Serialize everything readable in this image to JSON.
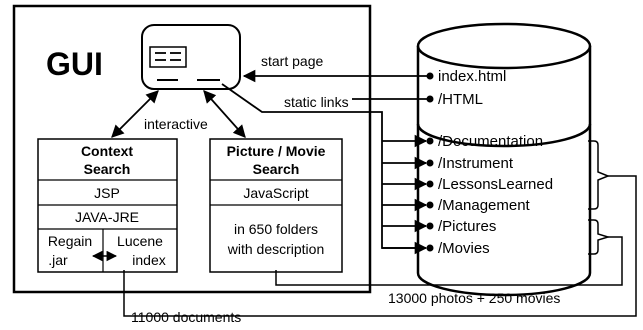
{
  "gui": {
    "title": "GUI"
  },
  "context_search": {
    "title_line1": "Context",
    "title_line2": "Search",
    "row1": "JSP",
    "row2": "JAVA-JRE",
    "regain_line1": "Regain",
    "regain_line2": ".jar",
    "lucene_line1": "Lucene",
    "lucene_line2": "index"
  },
  "picture_search": {
    "title_line1": "Picture / Movie",
    "title_line2": "Search",
    "row1": "JavaScript",
    "desc_line1": "in 650 folders",
    "desc_line2": "with description"
  },
  "labels": {
    "start_page": "start page",
    "static_links": "static links",
    "interactive": "interactive",
    "documents": "11000 documents",
    "photos_movies": "13000 photos + 250 movies"
  },
  "database": {
    "items": [
      "index.html",
      "/HTML",
      "/Documentation",
      "/Instrument",
      "/LessonsLearned",
      "/Management",
      "/Pictures",
      "/Movies"
    ]
  },
  "colors": {
    "line": "#000000",
    "background": "#ffffff"
  }
}
